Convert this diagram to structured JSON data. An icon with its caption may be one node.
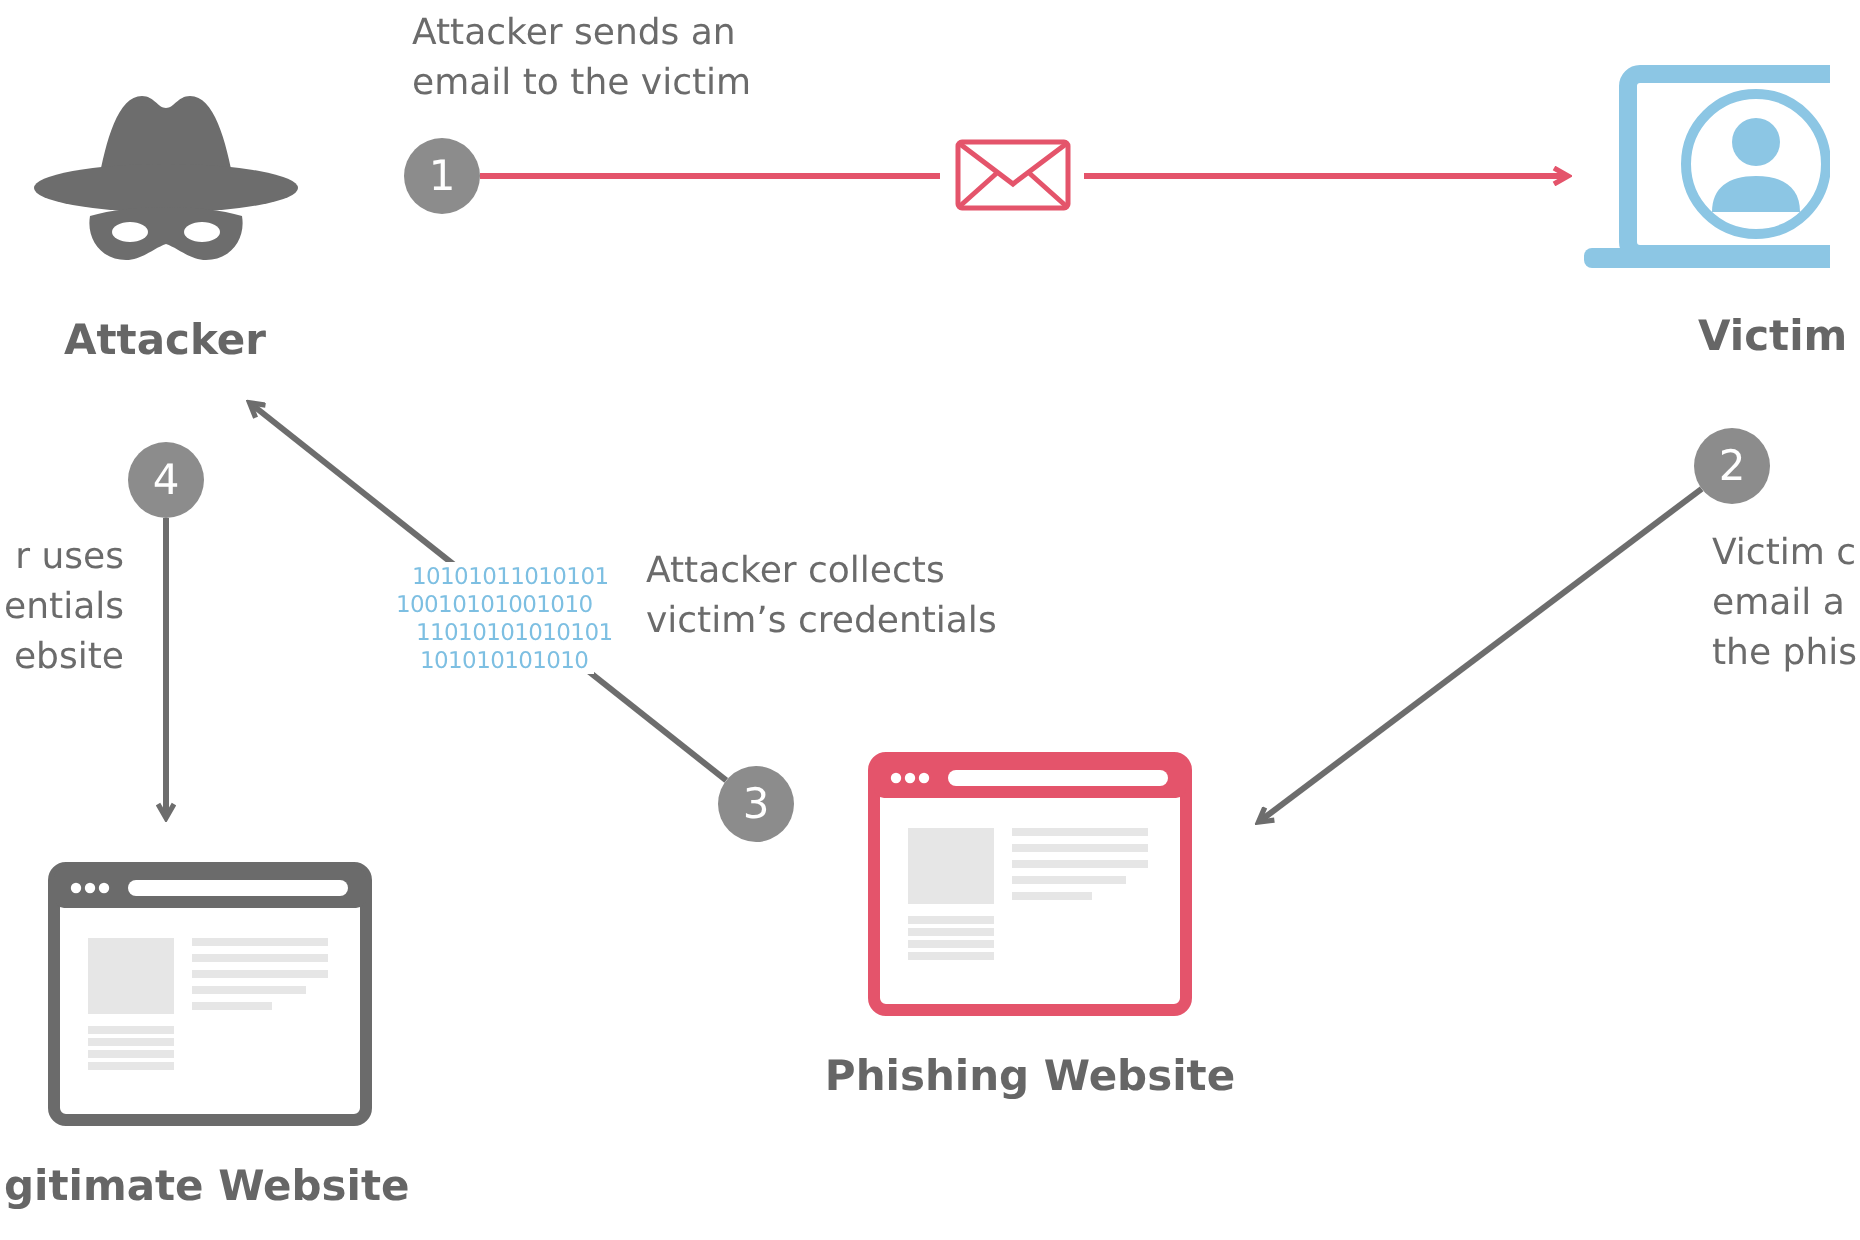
{
  "diagram": {
    "nodes": [
      {
        "text": [
          "Attacker"
        ]
      },
      {
        "text": [
          "Victim"
        ]
      },
      {
        "text": [
          "Phishing Website"
        ]
      },
      {
        "text": [
          "gitimate Website"
        ]
      },
      {
        "text": [
          "1"
        ],
        "beside": [
          "Attacker sends an email to the victim"
        ]
      },
      {
        "text": [
          "2"
        ],
        "beside": [
          "Victim c email a the phis"
        ]
      },
      {
        "text": [
          "3"
        ],
        "beside": [
          "Attacker collects victim’s credentials"
        ]
      },
      {
        "text": [
          "4"
        ],
        "beside": [
          "r uses entials ebsite"
        ]
      }
    ],
    "edges": [
      {
        "from": 4,
        "to": 1,
        "arrow": "to",
        "color": "#e4546b"
      },
      {
        "from": 5,
        "to": 2,
        "arrow": "to"
      },
      {
        "from": 6,
        "to": 0,
        "arrow": "to"
      },
      {
        "from": 7,
        "to": 3,
        "arrow": "to"
      }
    ],
    "labels": [
      "10101011010101",
      "10010101001010",
      "11010101010101",
      "101010101010"
    ]
  }
}
